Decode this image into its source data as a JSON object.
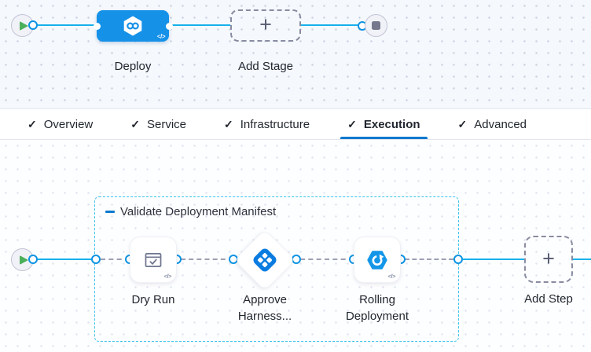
{
  "stage_graph": {
    "stage_label": "Deploy",
    "stage_code_icon": "</>",
    "add_stage_label": "Add Stage",
    "add_stage_plus": "+"
  },
  "tabs": [
    {
      "check": "✓",
      "label": "Overview"
    },
    {
      "check": "✓",
      "label": "Service"
    },
    {
      "check": "✓",
      "label": "Infrastructure"
    },
    {
      "check": "✓",
      "label": "Execution"
    },
    {
      "check": "✓",
      "label": "Advanced"
    }
  ],
  "execution_graph": {
    "group_label": "Validate Deployment Manifest",
    "steps": [
      {
        "label": "Dry Run",
        "code_icon": "</>"
      },
      {
        "label": "Approve Harness..."
      },
      {
        "label": "Rolling Deployment",
        "code_icon": "</>"
      }
    ],
    "add_step_label": "Add Step",
    "add_step_plus": "+"
  },
  "colors": {
    "stage_blue": "#1591e8",
    "line_cyan": "#17b1ea",
    "group_border_cyan": "#3fc3ef",
    "tab_underline_blue": "#0b79d0",
    "icon_blue": "#0a7ce0",
    "play_green": "#4caf5b"
  }
}
